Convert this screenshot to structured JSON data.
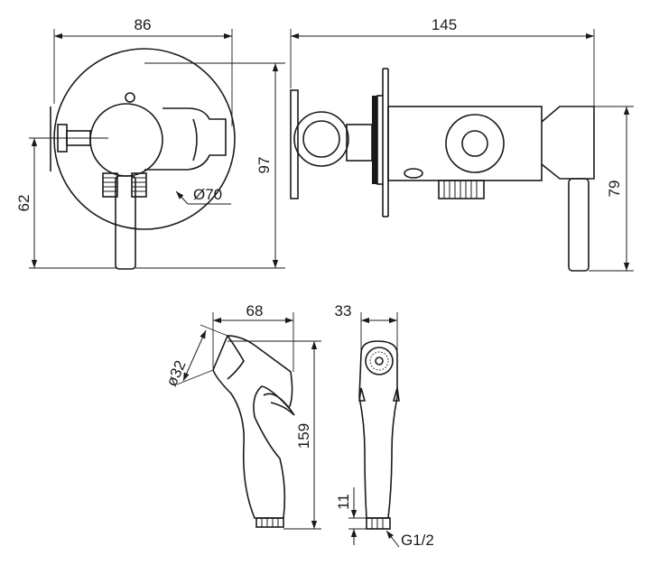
{
  "drawing": {
    "mixer_front": {
      "width_label": "86",
      "height_label": "97",
      "axis_height_label": "62",
      "flange_diameter_label": "Ø70"
    },
    "mixer_side": {
      "depth_label": "145",
      "height_label": "79"
    },
    "handshower_side": {
      "length_label": "68",
      "height_label": "159",
      "head_diameter_label": "ø32"
    },
    "handshower_front": {
      "width_label": "33",
      "thread_length_label": "11",
      "thread_label": "G1/2"
    }
  }
}
